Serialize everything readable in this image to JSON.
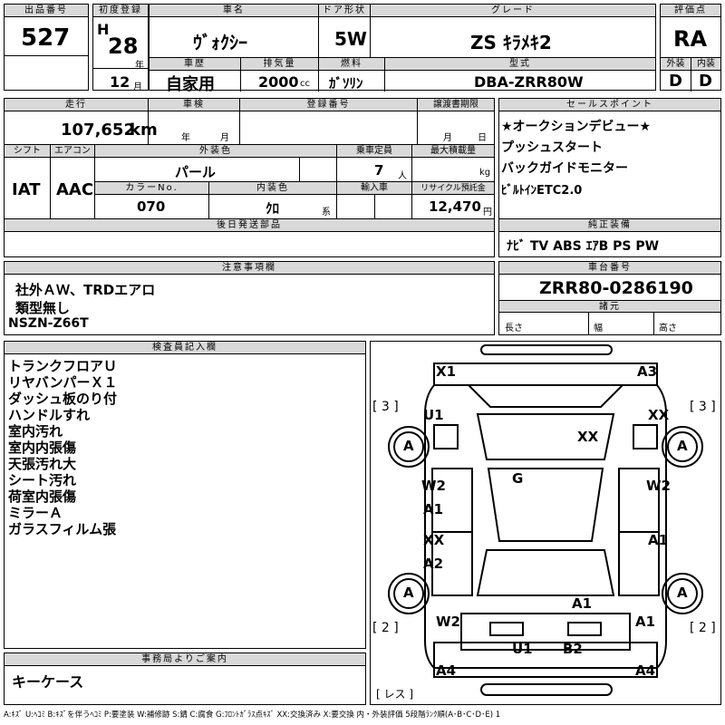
{
  "top": {
    "lot_no_label": "出品番号",
    "lot_no": "527",
    "first_reg_label": "初度登録",
    "era": "H",
    "year": "28",
    "year_unit": "年",
    "month": "12",
    "month_unit": "月",
    "car_name_label": "車名",
    "car_name": "ｳﾞｫｸｼｰ",
    "door_label": "ドア形状",
    "door": "5W",
    "grade_label": "グレード",
    "grade": "ZS ｷﾗﾒｷ2",
    "score_label": "評価点",
    "score": "RA",
    "history_label": "車歴",
    "history": "自家用",
    "displacement_label": "排気量",
    "displacement": "2000",
    "displacement_unit": "cc",
    "fuel_label": "燃料",
    "fuel": "ｶﾞｿﾘﾝ",
    "model_label": "型式",
    "model": "DBA-ZRR80W",
    "ext_label": "外装",
    "ext": "D",
    "int_label": "内装",
    "int": "D"
  },
  "row2": {
    "mileage_label": "走行",
    "mileage": "107,652",
    "mileage_unit": "km",
    "inspection_label": "車検",
    "year_unit": "年",
    "month_unit": "月",
    "reg_no_label": "登録番号",
    "transfer_label": "譲渡書期限",
    "day_unit": "日",
    "shift_label": "シフト",
    "shift": "IAT",
    "ac_label": "エアコン",
    "ac": "AAC",
    "color_label": "外装色",
    "color": "パール",
    "capacity_label": "乗車定員",
    "capacity": "7",
    "capacity_unit": "人",
    "load_label": "最大積載量",
    "load_unit": "kg",
    "color_no_label": "カラーNo.",
    "color_no": "070",
    "int_color_label": "内装色",
    "int_color": "ｸﾛ",
    "int_color_unit": "系",
    "import_label": "輸入車",
    "recycle_label": "リサイクル預託金",
    "recycle": "12,470",
    "recycle_unit": "円",
    "later_label": "後日発送部品"
  },
  "selling": {
    "label": "セールスポイント",
    "items": [
      "★オークションデビュー★",
      "プッシュスタート",
      "バックガイドモニター",
      "ﾋﾞﾙﾄｲﾝETC2.0"
    ]
  },
  "equipment": {
    "label": "純正装備",
    "value": "ﾅﾋﾞ TV ABS ｴｱB PS PW"
  },
  "notes": {
    "label": "注意事項欄",
    "lines": [
      "社外ＡＷ、TRDエアロ",
      "類型無し",
      "NSZN-Z66T"
    ]
  },
  "chassis": {
    "label": "車台番号",
    "value": "ZRR80-0286190"
  },
  "specs": {
    "label": "諸元",
    "length": "長さ",
    "width": "幅",
    "height": "高さ"
  },
  "inspector": {
    "label": "検査員記入欄",
    "lines": [
      "トランクフロアＵ",
      "リヤバンパーＸ１",
      "ダッシュ板のり付",
      "ハンドルすれ",
      "室内汚れ",
      "室内内張傷",
      "天張汚れ大",
      "シート汚れ",
      "荷室内張傷",
      "ミラーＡ",
      "ガラスフィルム張"
    ]
  },
  "office": {
    "label": "事務局よりご案内",
    "value": "キーケース"
  },
  "diagram": {
    "marks": {
      "x1": "X1",
      "a3": "A3",
      "u1_top": "U1",
      "xx_tr": "XX",
      "xx_c": "XX",
      "wheel": "A",
      "w2_l": "W2",
      "a1_l": "A1",
      "w2_r": "W2",
      "g": "G",
      "xx_l": "XX",
      "a2_l": "A2",
      "a1_r": "A1",
      "a1_c": "A1",
      "w2_bl": "W2",
      "a1_br": "A1",
      "u1_b": "U1",
      "b2_b": "B2",
      "a4_l": "A4",
      "a4_r": "A4"
    },
    "count_3": "3",
    "count_2": "2",
    "less": "レス"
  },
  "legend": "A:ｷｽﾞ U:ﾍｺﾐ B:ｷｽﾞを伴うﾍｺﾐ P:要塗装 W:補修跡 S:錆 C:腐食 G:ﾌﾛﾝﾄｶﾞﾗｽ点ｷｽﾞ XX:交換済み X:要交換 内・外装評価 5段階ﾗﾝｸ順(A･B･C･D･E) 1"
}
